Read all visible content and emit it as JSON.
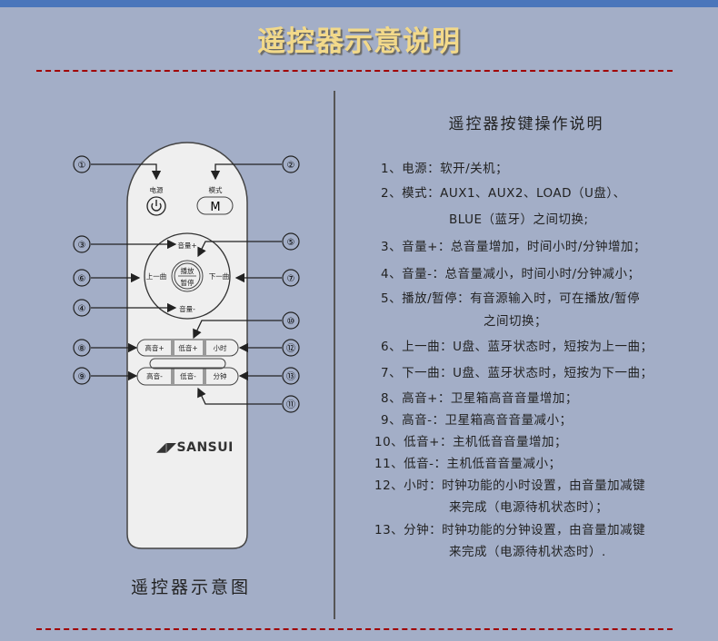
{
  "header": {
    "title": "遥控器示意说明"
  },
  "diagram": {
    "caption": "遥控器示意图",
    "brand": "SANSUI",
    "buttons": {
      "power_label": "电源",
      "mode_label": "模式",
      "mode_key": "M",
      "vol_up": "音量+",
      "vol_down": "音量-",
      "prev": "上一曲",
      "next": "下一曲",
      "play1": "播放",
      "play2": "暂停",
      "treble_up": "高音+",
      "bass_up": "低音+",
      "hour": "小时",
      "treble_down": "高音-",
      "bass_down": "低音-",
      "minute": "分钟"
    },
    "callouts": [
      "①",
      "②",
      "③",
      "④",
      "⑤",
      "⑥",
      "⑦",
      "⑧",
      "⑨",
      "⑩",
      "⑪",
      "⑫",
      "⑬"
    ]
  },
  "instructions": {
    "title": "遥控器按键操作说明",
    "lines": [
      "1、电源：软开/关机；",
      "2、模式：AUX1、AUX2、LOAD（U盘）、",
      "BLUE（蓝牙）之间切换;",
      "3、音量+：总音量增加，时间小时/分钟增加；",
      "4、音量-：总音量减小，时间小时/分钟减小；",
      "5、播放/暂停：有音源输入时，可在播放/暂停",
      "之间切换；",
      "6、上一曲：U盘、蓝牙状态时，短按为上一曲；",
      "7、下一曲：U盘、蓝牙状态时，短按为下一曲；",
      "8、高音+：卫星箱高音音量增加；",
      "9、高音-：卫星箱高音音量减小；",
      "10、低音+：主机低音音量增加；",
      "11、低音-：主机低音音量减小；",
      "12、小时：时钟功能的小时设置，由音量加减键",
      "来完成（电源待机状态时）；",
      "13、分钟：时钟功能的分钟设置，由音量加减键",
      "来完成（电源待机状态时）."
    ]
  }
}
